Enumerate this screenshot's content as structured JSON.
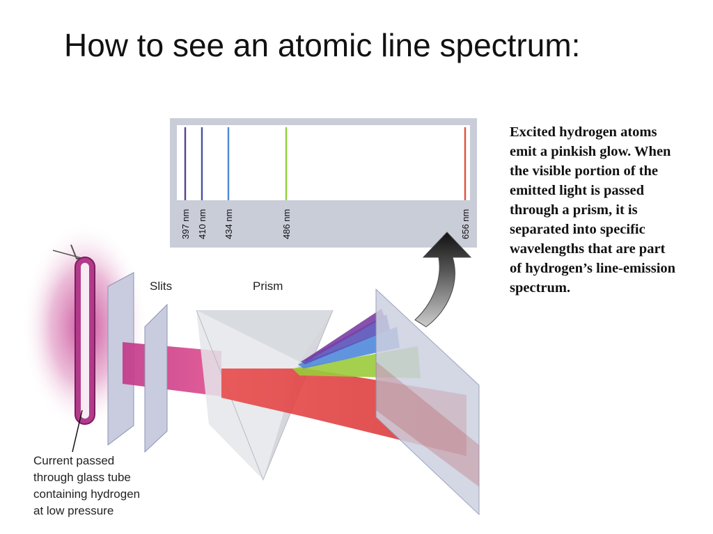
{
  "title": "How to see an atomic line spectrum:",
  "description_lines": [
    "Excited hydrogen atoms",
    "emit a pinkish glow. When",
    "the visible portion of the",
    "emitted light is passed",
    "through a prism, it is",
    "separated into specific",
    "wavelengths that are part",
    "of hydrogen’s line-emission",
    "spectrum."
  ],
  "labels": {
    "slits": "Slits",
    "prism": "Prism",
    "tube_caption": [
      "Current passed",
      "through glass tube",
      "containing hydrogen",
      "at low pressure"
    ]
  },
  "spectrum_lines": [
    {
      "label": "397 nm",
      "color": "#5b3f8c"
    },
    {
      "label": "410 nm",
      "color": "#4a4fa8"
    },
    {
      "label": "434 nm",
      "color": "#4f86d6"
    },
    {
      "label": "486 nm",
      "color": "#8fcf3a"
    },
    {
      "label": "656 nm",
      "color": "#e0503a"
    }
  ]
}
